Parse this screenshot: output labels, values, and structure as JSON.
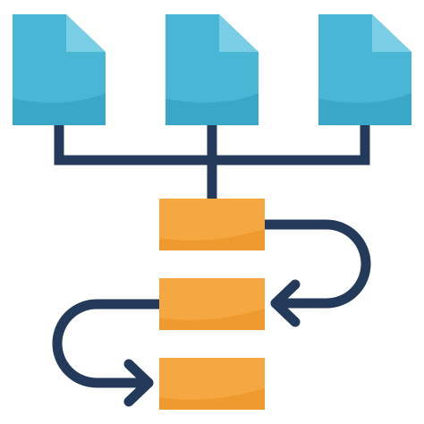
{
  "illustration": {
    "documents": [
      {
        "icon": "document-icon"
      },
      {
        "icon": "document-icon"
      },
      {
        "icon": "document-icon"
      }
    ],
    "process_steps": [
      {
        "icon": "process-block"
      },
      {
        "icon": "process-block"
      },
      {
        "icon": "process-block"
      }
    ],
    "connectors": [
      "tree-connector",
      "arrow-right-loop",
      "arrow-left-loop"
    ],
    "colors": {
      "document": "#4AB6D6",
      "document_shade": "#3BA7C8",
      "document_fold": "#79CEE6",
      "step": "#F5A742",
      "step_shade": "#EE9A2E",
      "connector": "#243A5A",
      "background": "#FFFFFF"
    }
  }
}
